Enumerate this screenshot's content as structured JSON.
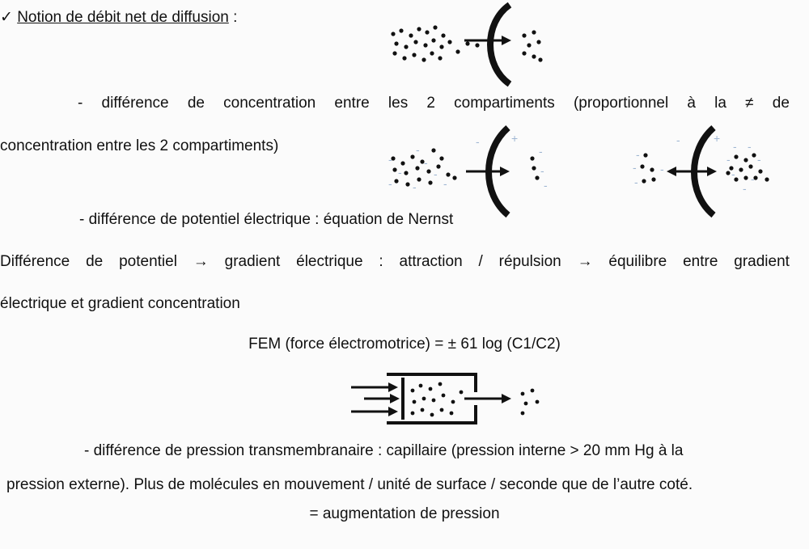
{
  "heading": {
    "check_glyph": "✓",
    "title": "Notion de débit net de diffusion",
    "colon": ":"
  },
  "para1": {
    "line1_words": [
      "-",
      "différence",
      "de",
      "concentration",
      "entre",
      "les",
      "2",
      "compartiments",
      "(proportionnel",
      "à",
      "la",
      "≠",
      "de"
    ],
    "line2": "concentration entre les 2 compartiments)"
  },
  "para2": {
    "line1": "- différence de potentiel électrique : équation de Nernst"
  },
  "para3": {
    "line1_words": [
      "Différence",
      "de",
      "potentiel",
      "→",
      "gradient",
      "électrique",
      ":",
      "attraction",
      "/",
      "répulsion",
      "→",
      "équilibre",
      "entre",
      "gradient"
    ],
    "line2": "électrique et gradient concentration"
  },
  "formula": "FEM (force électromotrice) = ± 61 log (C1/C2)",
  "para4": {
    "line1": "- différence de pression transmembranaire : capillaire (pression interne > 20 mm Hg à la",
    "line2": "pression externe). Plus de molécules en mouvement / unité de surface / seconde que de l’autre coté.",
    "line3": "= augmentation de pression"
  },
  "charges": {
    "minus": "-",
    "plus": "+"
  },
  "colors": {
    "ink": "#111111",
    "charge": "#9fb6d2",
    "background": "#fbfbfb"
  },
  "figures": [
    "concentration-diffusion-figure",
    "electric-gradient-figure",
    "equilibrium-figure",
    "pressure-piston-figure"
  ]
}
